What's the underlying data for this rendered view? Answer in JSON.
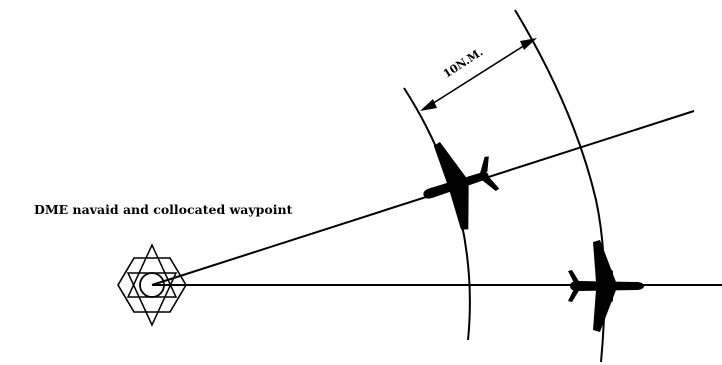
{
  "diagram": {
    "navaid_label": "DME navaid and collocated waypoint",
    "distance_label": "10N.M.",
    "colors": {
      "line": "#000000",
      "aircraft": "#000000",
      "background": "#ffffff"
    },
    "icons": {
      "navaid": "dme-navaid-symbol",
      "aircraft": "aircraft-silhouette"
    }
  }
}
